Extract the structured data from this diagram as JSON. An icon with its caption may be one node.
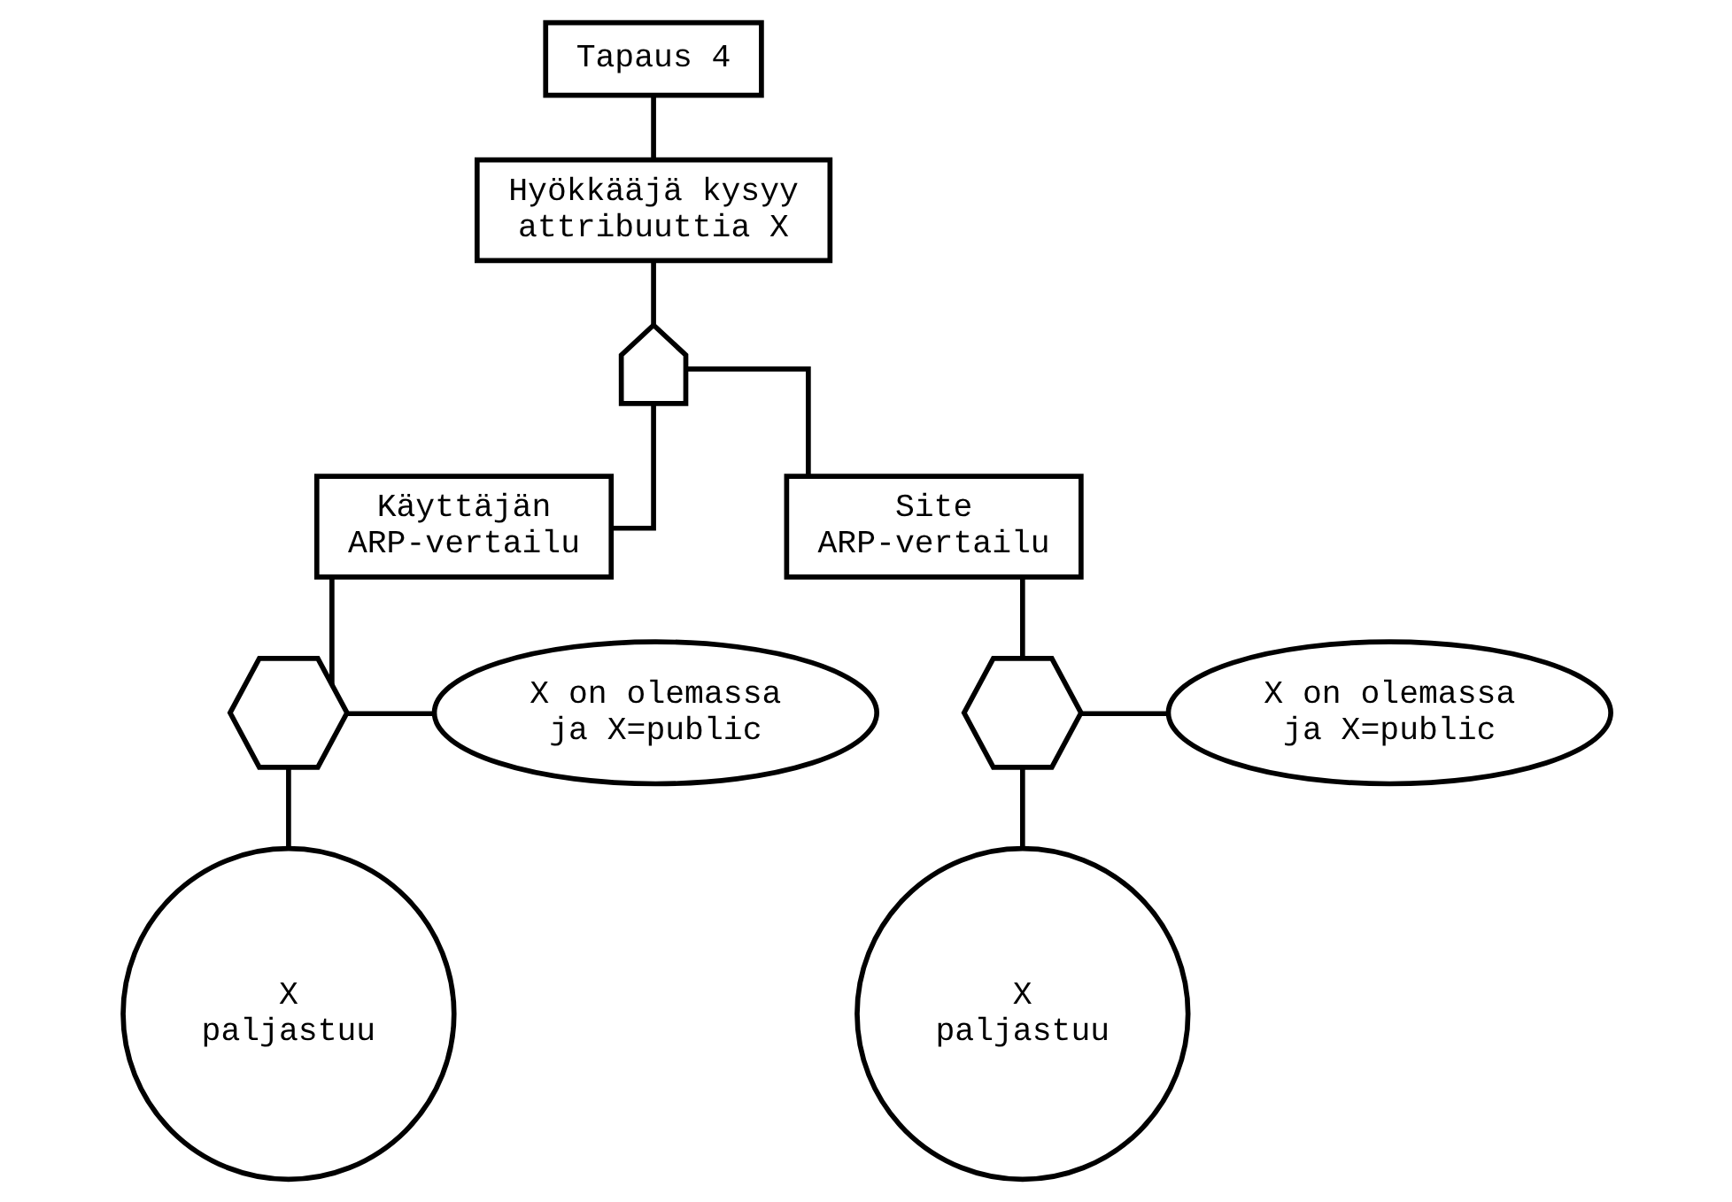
{
  "diagram": {
    "nodes": [
      {
        "text": [
          "Tapaus 4"
        ]
      },
      {
        "text": [
          "Hyökkääjä kysyy attribuuttia X"
        ]
      },
      {
        "text": [],
        "shape": "gate"
      },
      {
        "text": [
          "Käyttäjän ARP-vertailu"
        ]
      },
      {
        "text": [
          "Site ARP-vertailu"
        ]
      },
      {
        "text": [],
        "shape": "hexagon"
      },
      {
        "text": [
          "X on olemassa ja X=public"
        ]
      },
      {
        "text": [
          "X paljastuu"
        ]
      },
      {
        "text": [],
        "shape": "hexagon"
      },
      {
        "text": [
          "X on olemassa ja X=public"
        ]
      },
      {
        "text": [
          "X paljastuu"
        ]
      }
    ],
    "edges": [
      {
        "from": 0,
        "to": 1,
        "arrow": "none"
      },
      {
        "from": 1,
        "to": 2,
        "arrow": "none"
      },
      {
        "from": 2,
        "to": 3,
        "arrow": "none"
      },
      {
        "from": 2,
        "to": 4,
        "arrow": "none"
      },
      {
        "from": 3,
        "to": 5,
        "arrow": "none"
      },
      {
        "from": 5,
        "to": 6,
        "arrow": "none"
      },
      {
        "from": 5,
        "to": 7,
        "arrow": "none"
      },
      {
        "from": 4,
        "to": 8,
        "arrow": "none"
      },
      {
        "from": 8,
        "to": 9,
        "arrow": "none"
      },
      {
        "from": 8,
        "to": 10,
        "arrow": "none"
      }
    ]
  }
}
